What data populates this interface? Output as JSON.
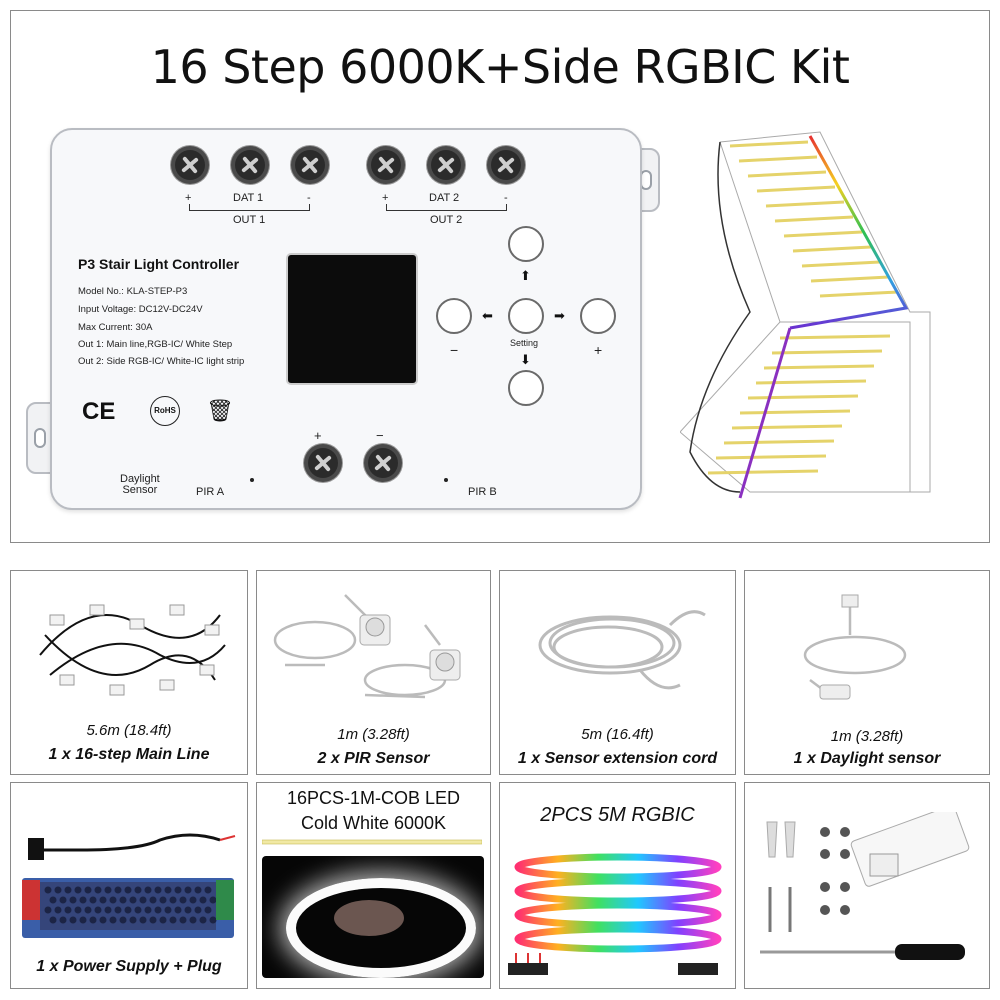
{
  "title": "16 Step 6000K+Side RGBIC Kit",
  "controller": {
    "out1": {
      "dat": "DAT 1",
      "plus": "+",
      "minus": "-",
      "label": "OUT 1"
    },
    "out2": {
      "dat": "DAT 2",
      "plus": "+",
      "minus": "-",
      "label": "OUT 2"
    },
    "name": "P3 Stair Light Controller",
    "specs": [
      "Model No.: KLA-STEP-P3",
      "Input Voltage: DC12V-DC24V",
      "Max Current: 30A",
      "Out 1: Main line,RGB-IC/ White Step",
      "Out 2: Side RGB-IC/ White-IC light strip"
    ],
    "marks": {
      "ce": "CE",
      "rohs": "RoHS",
      "weee": "♻"
    },
    "buttons": {
      "left_sign": "−",
      "right_sign": "+",
      "setting": "Setting"
    },
    "power": {
      "plus": "+",
      "minus": "−"
    },
    "bottom": {
      "daylight": "Daylight\nSensor",
      "pir_a": "PIR A",
      "pir_b": "PIR B"
    }
  },
  "products": [
    {
      "size": "5.6m (18.4ft)",
      "name": "1 x 16-step Main Line"
    },
    {
      "size": "1m (3.28ft)",
      "name": "2 x PIR Sensor"
    },
    {
      "size": "5m (16.4ft)",
      "name": "1 x Sensor extension cord"
    },
    {
      "size": "1m (3.28ft)",
      "name": "1 x Daylight sensor"
    },
    {
      "size": "",
      "name": "1 x Power Supply + Plug"
    },
    {
      "header": "16PCS-1M-COB LED\nCold White 6000K",
      "name": ""
    },
    {
      "header": "2PCS 5M RGBIC",
      "name": ""
    },
    {
      "header": "",
      "name": ""
    }
  ],
  "colors": {
    "frame": "#8a8a8a",
    "controller_body": "#f7f8fa",
    "screen": "#0c0c0c"
  }
}
